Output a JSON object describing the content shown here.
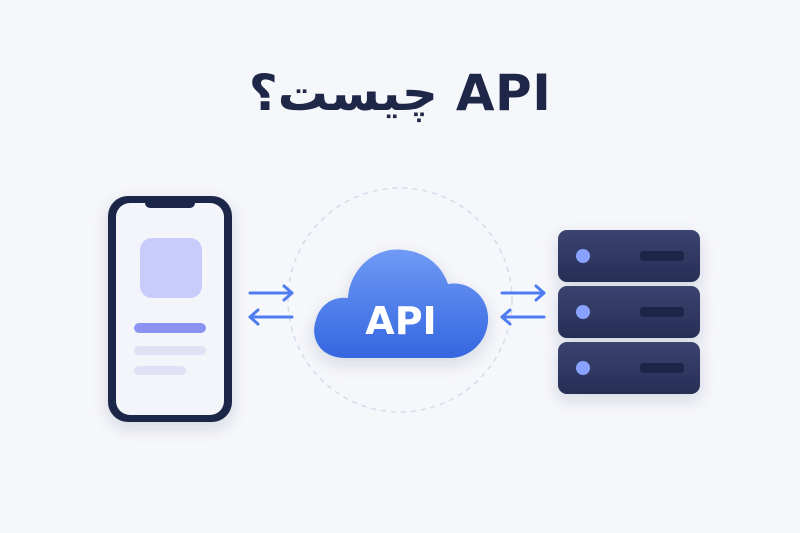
{
  "header": {
    "title": "API چیست؟"
  },
  "diagram": {
    "cloud_label": "API",
    "nodes": [
      {
        "id": "client",
        "icon": "smartphone-icon"
      },
      {
        "id": "api",
        "icon": "cloud-icon"
      },
      {
        "id": "server",
        "icon": "server-rack-icon"
      }
    ],
    "links": [
      {
        "from": "client",
        "to": "api",
        "icon": "bidirectional-arrows-icon"
      },
      {
        "from": "api",
        "to": "server",
        "icon": "bidirectional-arrows-icon"
      }
    ]
  },
  "colors": {
    "background": "#f6f7fb",
    "title": "#1f2748",
    "phone_frame": "#1f2748",
    "phone_screen": "#f4f5fb",
    "app_tile": "#c9cbfb",
    "accent_bar": "#8d93f3",
    "muted_bar": "#dfe1f5",
    "arrow": "#4f7df0",
    "cloud": "#3f73ea",
    "cloud_light": "#6f9af5",
    "server": "#2e3761",
    "server_dark": "#1f2748",
    "server_led": "#8aa2ff"
  }
}
